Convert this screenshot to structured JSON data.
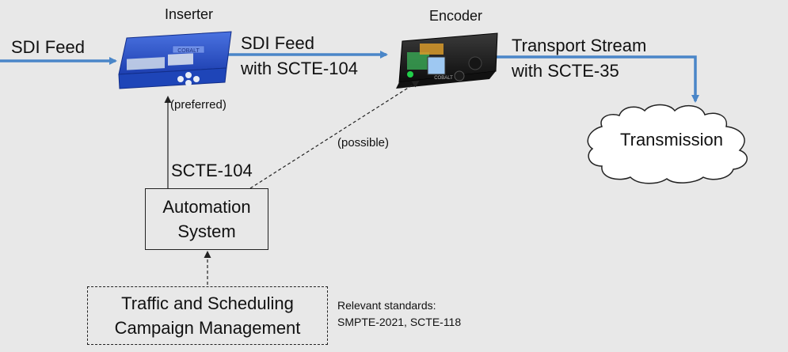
{
  "labels": {
    "sdi_feed_in": "SDI Feed",
    "inserter_title": "Inserter",
    "sdi_feed_scte104_line1": "SDI Feed",
    "sdi_feed_scte104_line2": "with SCTE-104",
    "encoder_title": "Encoder",
    "transport_line1": "Transport Stream",
    "transport_line2": "with SCTE-35",
    "transmission": "Transmission",
    "preferred": "(preferred)",
    "possible": "(possible)",
    "scte104": "SCTE-104"
  },
  "automation": {
    "line1": "Automation",
    "line2": "System"
  },
  "traffic": {
    "line1": "Traffic and Scheduling",
    "line2": "Campaign Management"
  },
  "standards": {
    "line1": "Relevant standards:",
    "line2": "SMPTE-2021, SCTE-118"
  },
  "devices": {
    "inserter_badge": "COBALT",
    "encoder_badge": "COBALT"
  },
  "colors": {
    "flow_arrow": "#4a86c8",
    "inserter_body": "#2a52c9",
    "encoder_body": "#1e1e1e",
    "background": "#e8e8e8"
  }
}
